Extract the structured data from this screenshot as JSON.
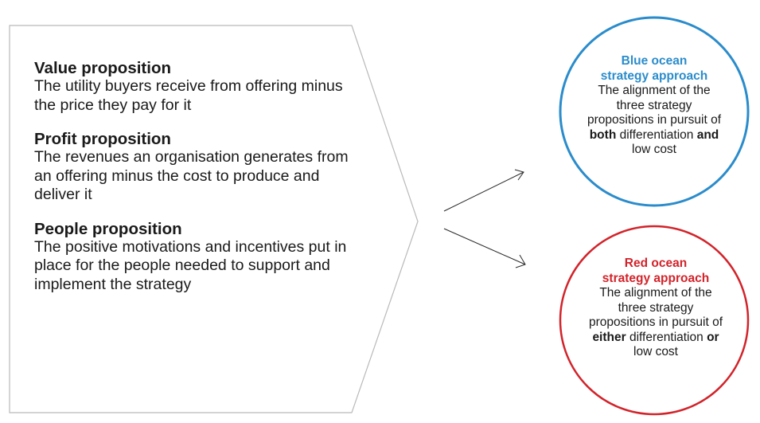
{
  "propositions": [
    {
      "title": "Value proposition",
      "description": "The utility buyers receive from offering minus the price they pay for it"
    },
    {
      "title": "Profit proposition",
      "description": "The revenues an organisation generates from an offering minus the cost to produce and deliver it"
    },
    {
      "title": "People proposition",
      "description": "The positive motivations and incentives put in place for the people needed to support and implement the strategy"
    }
  ],
  "blue_ocean": {
    "title_line1": "Blue ocean",
    "title_line2": "strategy approach",
    "body_line1": "The alignment of the",
    "body_line2": "three strategy",
    "body_line3": "propositions in pursuit of",
    "keyword1": "both",
    "middle": " differentiation ",
    "keyword2": "and",
    "body_line5": "low cost",
    "color": "#2b8ccb"
  },
  "red_ocean": {
    "title_line1": "Red ocean",
    "title_line2": "strategy approach",
    "body_line1": "The alignment of the",
    "body_line2": "three strategy",
    "body_line3": "propositions in pursuit of",
    "keyword1": "either",
    "middle": " differentiation ",
    "keyword2": "or",
    "body_line5": "low cost",
    "color": "#d2232a"
  }
}
